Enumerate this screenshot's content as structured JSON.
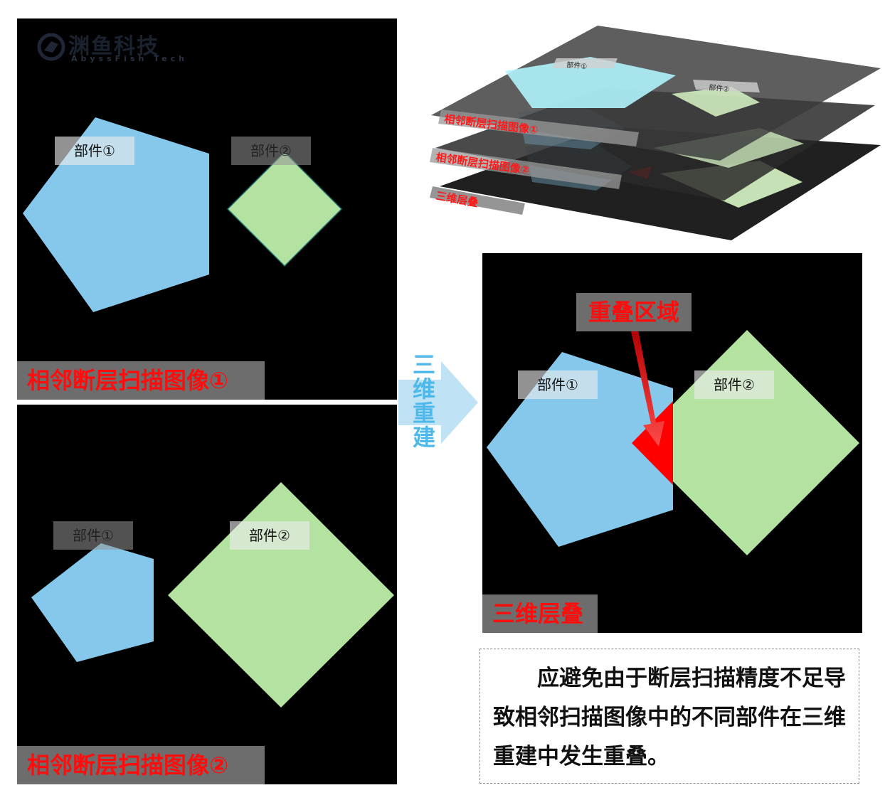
{
  "logo": {
    "name_cn": "渊鱼科技",
    "name_en": "AbyssFish Tech"
  },
  "parts": {
    "part1": "部件①",
    "part2": "部件②"
  },
  "panels": {
    "scan1": {
      "caption": "相邻断层扫描图像①"
    },
    "scan2": {
      "caption": "相邻断层扫描图像②"
    },
    "overlay": {
      "caption": "三维层叠",
      "overlap_label": "重叠区域"
    }
  },
  "stack": {
    "layer1_label": "相邻断层扫描图像①",
    "layer2_label": "相邻断层扫描图像②",
    "layer3_label": "三维层叠"
  },
  "arrow": {
    "chars": [
      "三",
      "维",
      "重",
      "建"
    ]
  },
  "note": "应避免由于断层扫描精度不足导致相邻扫描图像中的不同部件在三维重建中发生重叠。",
  "colors": {
    "pentagon": "#85c8ec",
    "diamond": "#b4e3a1",
    "overlap": "#ff0000",
    "caption_text": "#ff0d0d",
    "arrow": "#bfe3f5"
  }
}
